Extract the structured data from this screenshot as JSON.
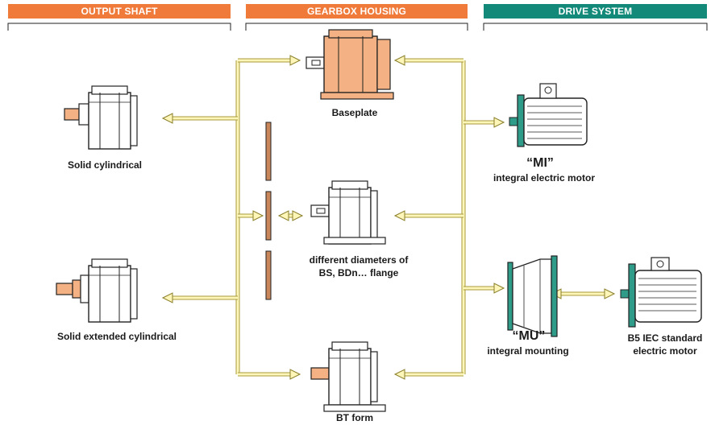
{
  "headers": {
    "output_shaft": "OUTPUT SHAFT",
    "gearbox_housing": "GEARBOX HOUSING",
    "drive_system": "DRIVE SYSTEM"
  },
  "colors": {
    "orange_header": "#f07a3a",
    "green_header": "#138a79",
    "arrow_fill": "#fdf6b8",
    "arrow_stroke": "#a89a3a",
    "part_orange": "#f4b183",
    "flange_brown": "#c8865a",
    "flange_green": "#2f9c8a"
  },
  "labels": {
    "baseplate": "Baseplate",
    "solid_cylindrical": "Solid cylindrical",
    "solid_extended": "Solid extended cylindrical",
    "flange_line1": "different diameters of",
    "flange_line2": "BS, BDn… flange",
    "bt_form": "BT form",
    "mi_code": "“MI”",
    "mi_desc": "integral electric motor",
    "mu_code": "“MU”",
    "mu_desc": "integral mounting",
    "b5_line1": "B5 IEC standard",
    "b5_line2": "electric motor"
  }
}
